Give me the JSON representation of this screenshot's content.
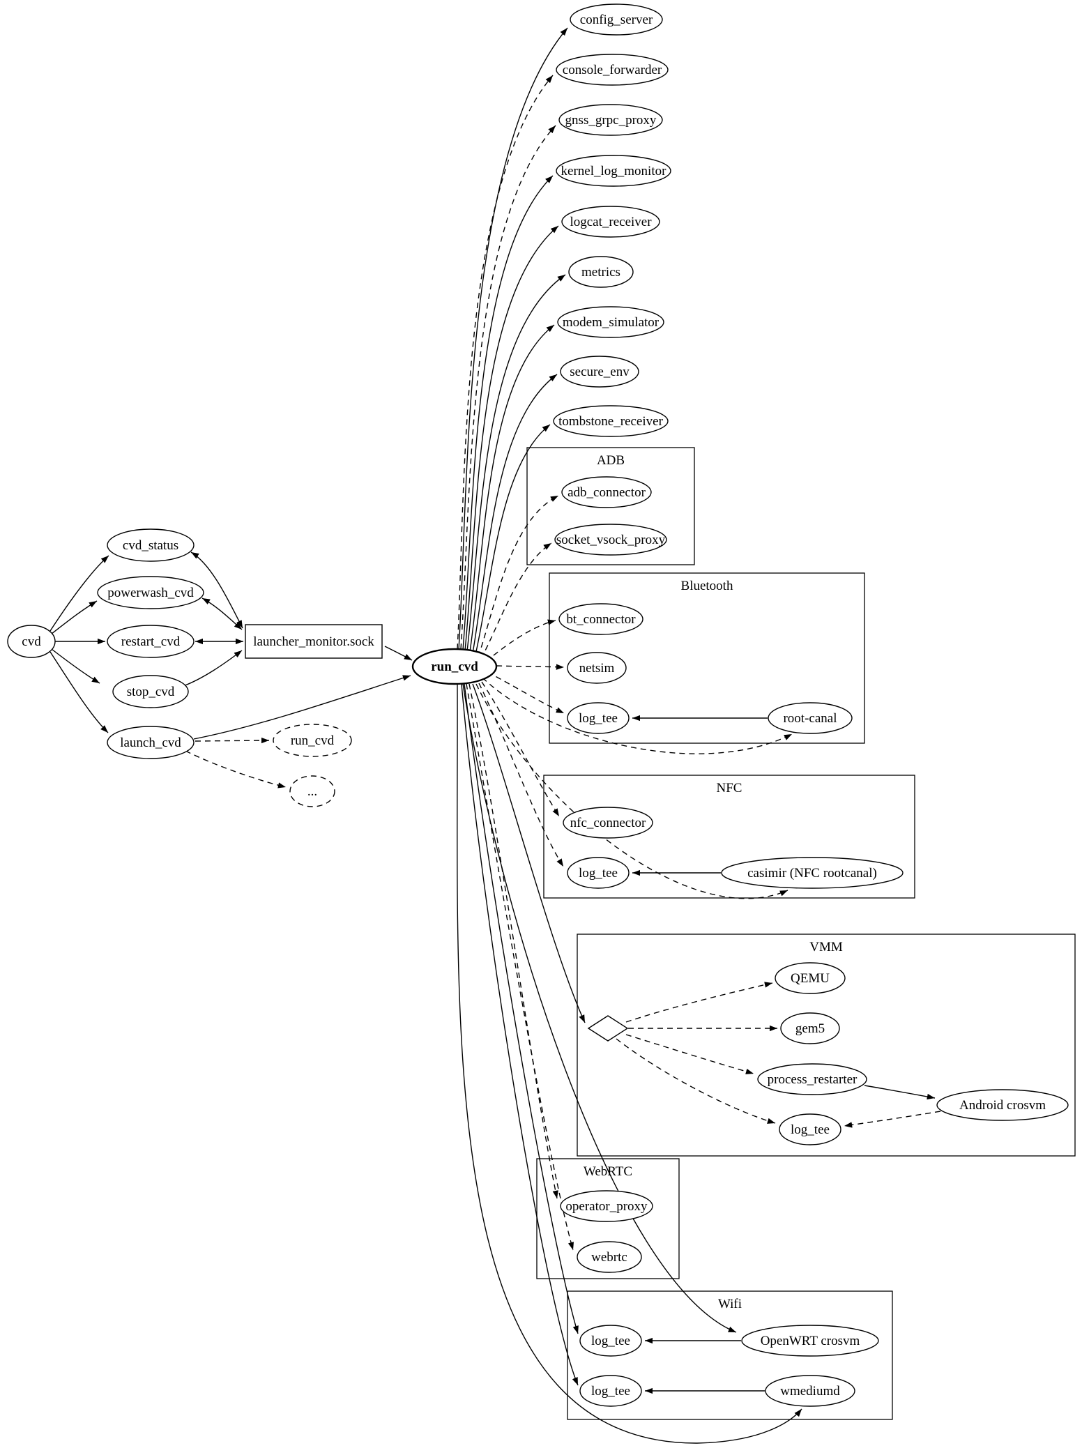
{
  "diagram": {
    "colors": {
      "stroke": "#000000",
      "background": "#ffffff"
    },
    "clusters": {
      "adb": {
        "label": "ADB"
      },
      "bluetooth": {
        "label": "Bluetooth"
      },
      "nfc": {
        "label": "NFC"
      },
      "vmm": {
        "label": "VMM"
      },
      "webrtc": {
        "label": "WebRTC"
      },
      "wifi": {
        "label": "Wifi"
      }
    },
    "nodes": {
      "cvd": {
        "label": "cvd"
      },
      "cvd_status": {
        "label": "cvd_status"
      },
      "powerwash_cvd": {
        "label": "powerwash_cvd"
      },
      "restart_cvd": {
        "label": "restart_cvd"
      },
      "stop_cvd": {
        "label": "stop_cvd"
      },
      "launch_cvd": {
        "label": "launch_cvd"
      },
      "launcher_monitor_sock": {
        "label": "launcher_monitor.sock"
      },
      "run_cvd_ghost": {
        "label": "run_cvd"
      },
      "ellipsis": {
        "label": "..."
      },
      "run_cvd": {
        "label": "run_cvd"
      },
      "config_server": {
        "label": "config_server"
      },
      "console_forwarder": {
        "label": "console_forwarder"
      },
      "gnss_grpc_proxy": {
        "label": "gnss_grpc_proxy"
      },
      "kernel_log_monitor": {
        "label": "kernel_log_monitor"
      },
      "logcat_receiver": {
        "label": "logcat_receiver"
      },
      "metrics": {
        "label": "metrics"
      },
      "modem_simulator": {
        "label": "modem_simulator"
      },
      "secure_env": {
        "label": "secure_env"
      },
      "tombstone_receiver": {
        "label": "tombstone_receiver"
      },
      "adb_connector": {
        "label": "adb_connector"
      },
      "socket_vsock_proxy": {
        "label": "socket_vsock_proxy"
      },
      "bt_connector": {
        "label": "bt_connector"
      },
      "netsim": {
        "label": "netsim"
      },
      "log_tee_bt": {
        "label": "log_tee"
      },
      "root_canal": {
        "label": "root-canal"
      },
      "nfc_connector": {
        "label": "nfc_connector"
      },
      "log_tee_nfc": {
        "label": "log_tee"
      },
      "casimir": {
        "label": "casimir (NFC rootcanal)"
      },
      "qemu": {
        "label": "QEMU"
      },
      "gem5": {
        "label": "gem5"
      },
      "process_restarter": {
        "label": "process_restarter"
      },
      "android_crosvm": {
        "label": "Android crosvm"
      },
      "log_tee_vmm": {
        "label": "log_tee"
      },
      "operator_proxy": {
        "label": "operator_proxy"
      },
      "webrtc": {
        "label": "webrtc"
      },
      "log_tee_wifi_openwrt": {
        "label": "log_tee"
      },
      "openwrt_crosvm": {
        "label": "OpenWRT crosvm"
      },
      "log_tee_wifi_wmediumd": {
        "label": "log_tee"
      },
      "wmediumd": {
        "label": "wmediumd"
      }
    }
  }
}
